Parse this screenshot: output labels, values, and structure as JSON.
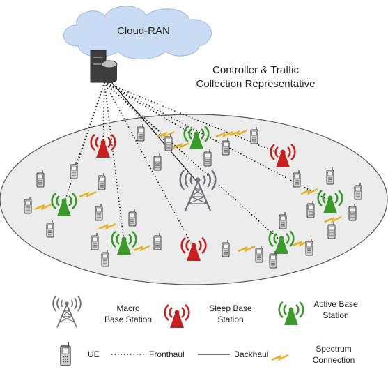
{
  "diagram": {
    "cloud_label": "Cloud-RAN",
    "controller_label": "Controller & Traffic\nCollection Representative"
  },
  "legend": {
    "macro": "Macro\nBase Station",
    "sleep": "Sleep Base\nStation",
    "active": "Active Base\nStation",
    "ue": "UE",
    "fronthaul": "Fronthaul",
    "backhaul": "Backhaul",
    "spectrum": "Spectrum\nConnection"
  },
  "colors": {
    "active": "#3a9a2a",
    "sleep": "#c8201e",
    "macro": "#6f6f7a",
    "spectrum": "#e2b430",
    "cloud": "#c9dcf3",
    "cell_area": "#ececec"
  },
  "icons": {
    "cloud": "cloud-icon",
    "server": "server-icon",
    "database": "database-icon",
    "macro_tower": "macro-tower-icon",
    "sleep_tower": "sleep-tower-icon",
    "active_tower": "active-tower-icon",
    "ue": "phone-icon",
    "spectrum": "lightning-icon"
  }
}
